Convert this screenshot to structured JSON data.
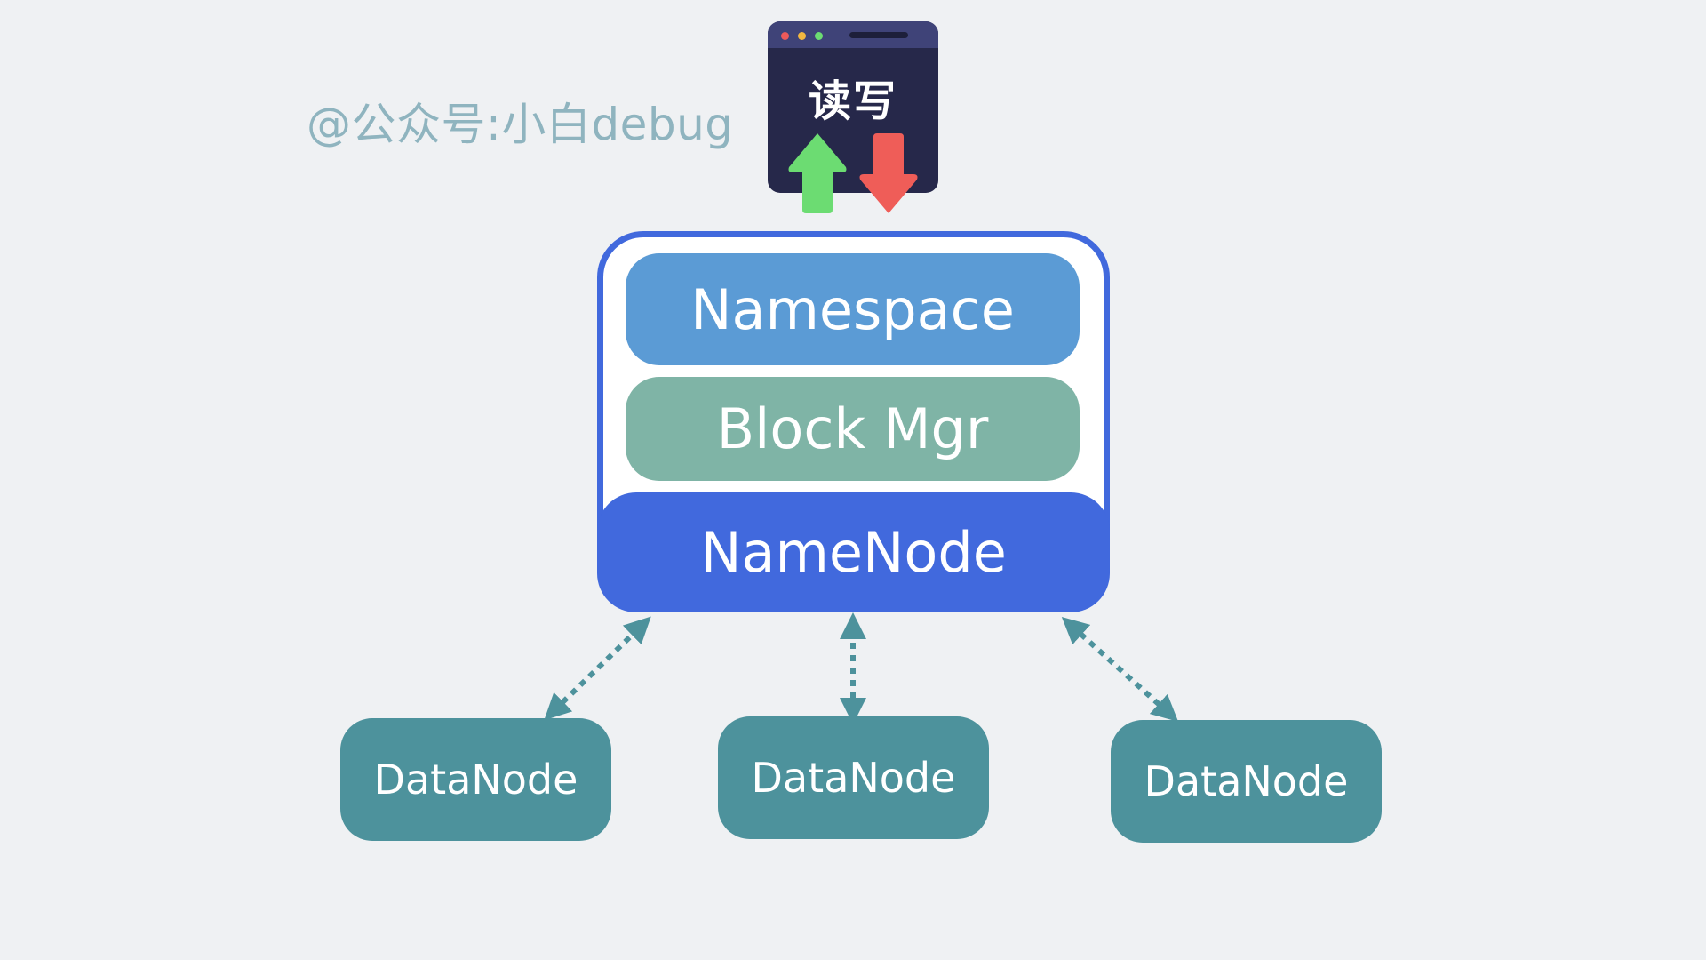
{
  "watermark": "@公众号:小白debug",
  "client": {
    "label": "读写",
    "upload_arrow_color": "#6cdc72",
    "download_arrow_color": "#ef5d58"
  },
  "namenode": {
    "layers": {
      "namespace": "Namespace",
      "block_mgr": "Block Mgr",
      "name_node": "NameNode"
    },
    "colors": {
      "frame": "#4169dd",
      "namespace": "#5b9bd5",
      "block_mgr": "#7fb4a6"
    }
  },
  "datanodes": [
    {
      "label": "DataNode"
    },
    {
      "label": "DataNode"
    },
    {
      "label": "DataNode"
    }
  ],
  "connector_color": "#4d929c"
}
